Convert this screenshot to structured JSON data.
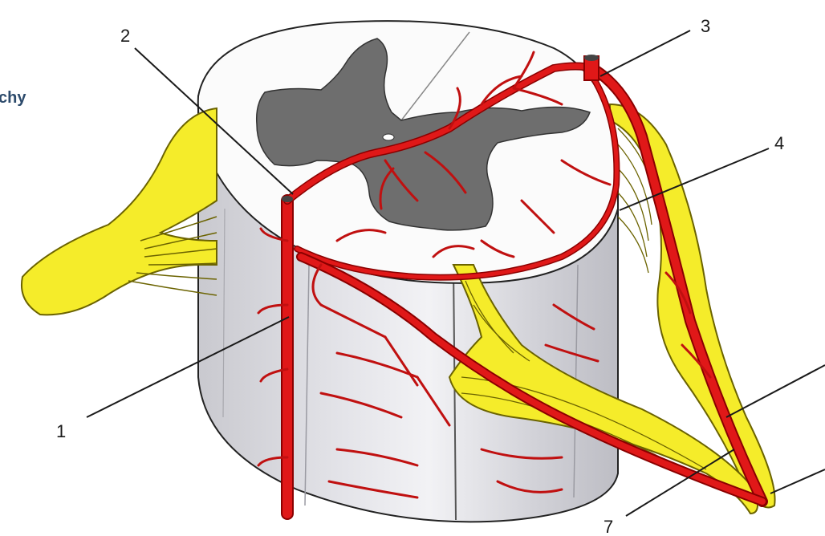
{
  "cropped_text": "chy",
  "labels": {
    "l1": "1",
    "l2": "2",
    "l3": "3",
    "l4": "4",
    "l7": "7"
  },
  "colors": {
    "artery": "#e01818",
    "artery_stroke": "#8a0000",
    "nerve": "#f5ec2a",
    "nerve_stroke": "#6b6300",
    "gray_matter": "#6e6e6e",
    "white_matter": "#fafafa",
    "cord_side": "#d9d9df"
  }
}
